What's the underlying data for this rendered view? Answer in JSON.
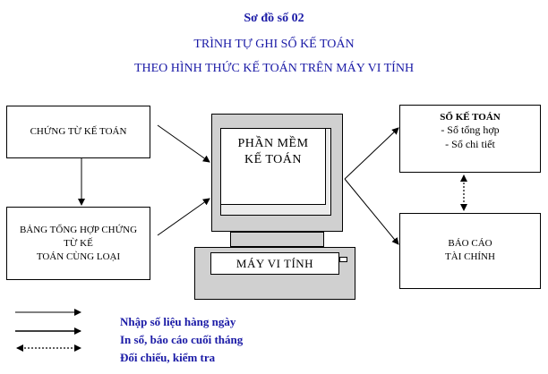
{
  "titles": {
    "diagram_no": "Sơ đồ số 02",
    "line1": "TRÌNH TỰ GHI SỔ KẾ TOÁN",
    "line2": "THEO HÌNH THỨC KẾ TOÁN TRÊN MÁY VI TÍNH"
  },
  "boxes": {
    "chung_tu": "CHỨNG TỪ KẾ TOÁN",
    "bang_tong_hop": {
      "line1": "BẢNG TỔNG HỢP CHỨNG",
      "line2": "TỪ KẾ",
      "line3": "TOÁN CÙNG LOẠI"
    },
    "so_ke_toan": {
      "heading": "SỔ KẾ TOÁN",
      "items": [
        "- Sổ tổng hợp",
        "- Sổ chi tiết"
      ]
    },
    "bao_cao": {
      "line1": "BÁO CÁO",
      "line2": "TÀI CHÍNH"
    }
  },
  "computer": {
    "screen_line1": "PHẦN MỀM",
    "screen_line2": "KẾ TOÁN",
    "base_label": "MÁY VI TÍNH"
  },
  "legend": [
    {
      "style": "solid-single",
      "label": "Nhập số liệu  hàng ngày"
    },
    {
      "style": "solid-single",
      "label": "In sổ, báo cáo cuối tháng"
    },
    {
      "style": "dotted-double",
      "label": "Đối chiếu, kiểm tra"
    }
  ],
  "colors": {
    "title_blue": "#1a1aa6",
    "legend_blue": "#1a1aa6",
    "monitor_grey": "#d0d0d0"
  }
}
